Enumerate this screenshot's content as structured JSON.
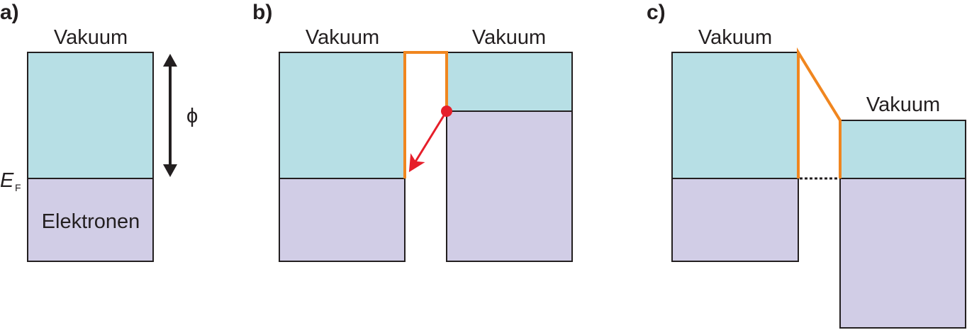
{
  "panels": {
    "a": {
      "label": "a)",
      "vacuum": "Vakuum",
      "electrons": "Elektronen",
      "phi": "ϕ",
      "fermi_E": "E",
      "fermi_sub": "F"
    },
    "b": {
      "label": "b)",
      "vacuum_left": "Vakuum",
      "vacuum_right": "Vakuum"
    },
    "c": {
      "label": "c)",
      "vacuum_left": "Vakuum",
      "vacuum_right": "Vakuum"
    }
  },
  "colors": {
    "vacuum": "#b7dfe5",
    "electrons": "#d1cde6",
    "barrier": "#f0861f",
    "electron_arrow": "#e61e2a",
    "outline": "#231f20"
  }
}
